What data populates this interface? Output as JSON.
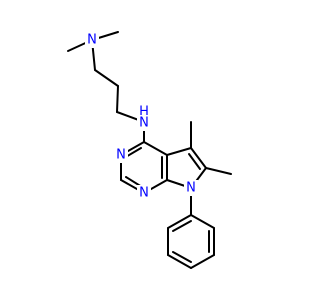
{
  "colors": {
    "nitrogen": "#0000ff",
    "carbon": "#000000",
    "background": "#ffffff"
  },
  "atoms": {
    "n_dimethyl": "N",
    "nh_amine": "H",
    "nh_n": "N",
    "n_pyr_upper": "N",
    "n_pyr_lower": "N",
    "n_pyrrole": "N"
  }
}
